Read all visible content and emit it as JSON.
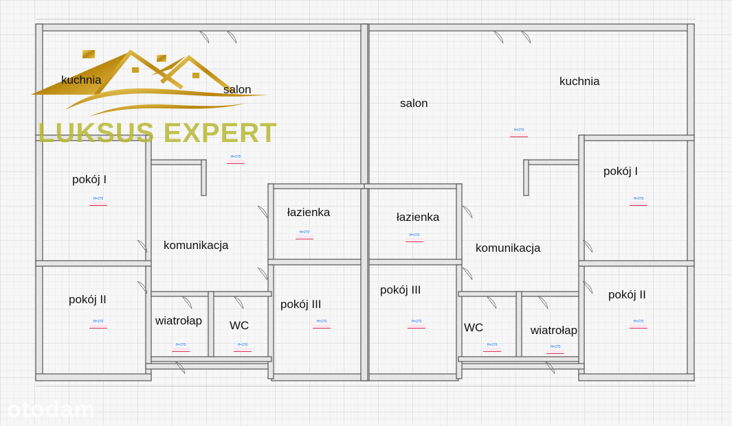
{
  "brand": {
    "logo_text": "LUKSUS EXPERT",
    "watermark": "otodam"
  },
  "units": {
    "left": {
      "rooms": [
        {
          "label": "kuchnia"
        },
        {
          "label": "salon"
        },
        {
          "label": "pokój I"
        },
        {
          "label": "komunikacja"
        },
        {
          "label": "łazienka"
        },
        {
          "label": "pokój II"
        },
        {
          "label": "pokój III"
        },
        {
          "label": "wiatrołap"
        },
        {
          "label": "WC"
        }
      ]
    },
    "right": {
      "rooms": [
        {
          "label": "salon"
        },
        {
          "label": "kuchnia"
        },
        {
          "label": "pokój I"
        },
        {
          "label": "łazienka"
        },
        {
          "label": "komunikacja"
        },
        {
          "label": "pokój III"
        },
        {
          "label": "pokój II"
        },
        {
          "label": "WC"
        },
        {
          "label": "wiatrołap"
        }
      ]
    }
  },
  "room_height_tag": "H=270",
  "colors": {
    "wall_fill": "#e6e6e6",
    "wall_stroke": "#555555",
    "logo_gold": "#c9a227",
    "logo_text": "#b9b832"
  }
}
